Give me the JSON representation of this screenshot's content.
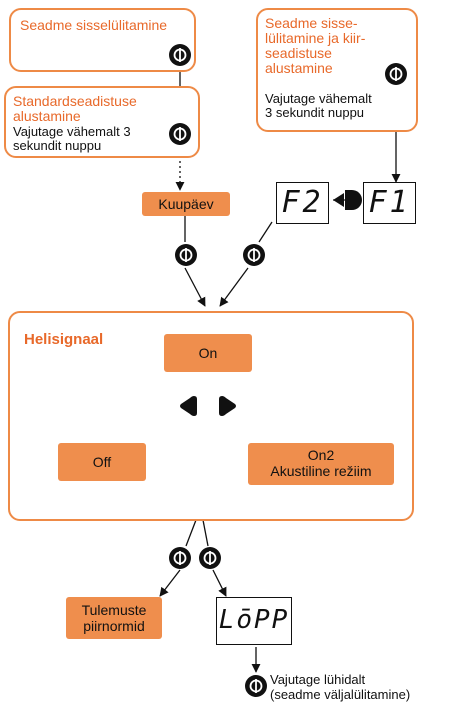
{
  "boxes": {
    "power_on": {
      "title": "Seadme sisselülitamine"
    },
    "standard_settings": {
      "title": "Standardseadistuse alustamine",
      "instruction": "Vajutage vähemalt 3 sekundit nuppu"
    },
    "quick_settings": {
      "title": "Seadme sisse-lülitamine ja kiir-seadistuse alustamine",
      "instruction": "Vajutage vähemalt 3 sekundit nuppu"
    },
    "beep": {
      "title": "Helisignaal"
    }
  },
  "labels": {
    "date": "Kuupäev",
    "on": "On",
    "off": "Off",
    "on2_line1": "On2",
    "on2_line2": "Akustiline režiim",
    "limits_line1": "Tulemuste",
    "limits_line2": "piirnormid"
  },
  "displays": {
    "f2": "F2",
    "f1": "F1",
    "end": "LōPP"
  },
  "footer": {
    "line1": "Vajutage lühidalt",
    "line2": "(seadme väljalülitamine)"
  },
  "icons": [
    "power-button-icon",
    "left-triangle-icon",
    "right-triangle-icon"
  ],
  "colors": {
    "accent": "#ef8e4d",
    "text_accent": "#e8692a",
    "line": "#111111"
  }
}
